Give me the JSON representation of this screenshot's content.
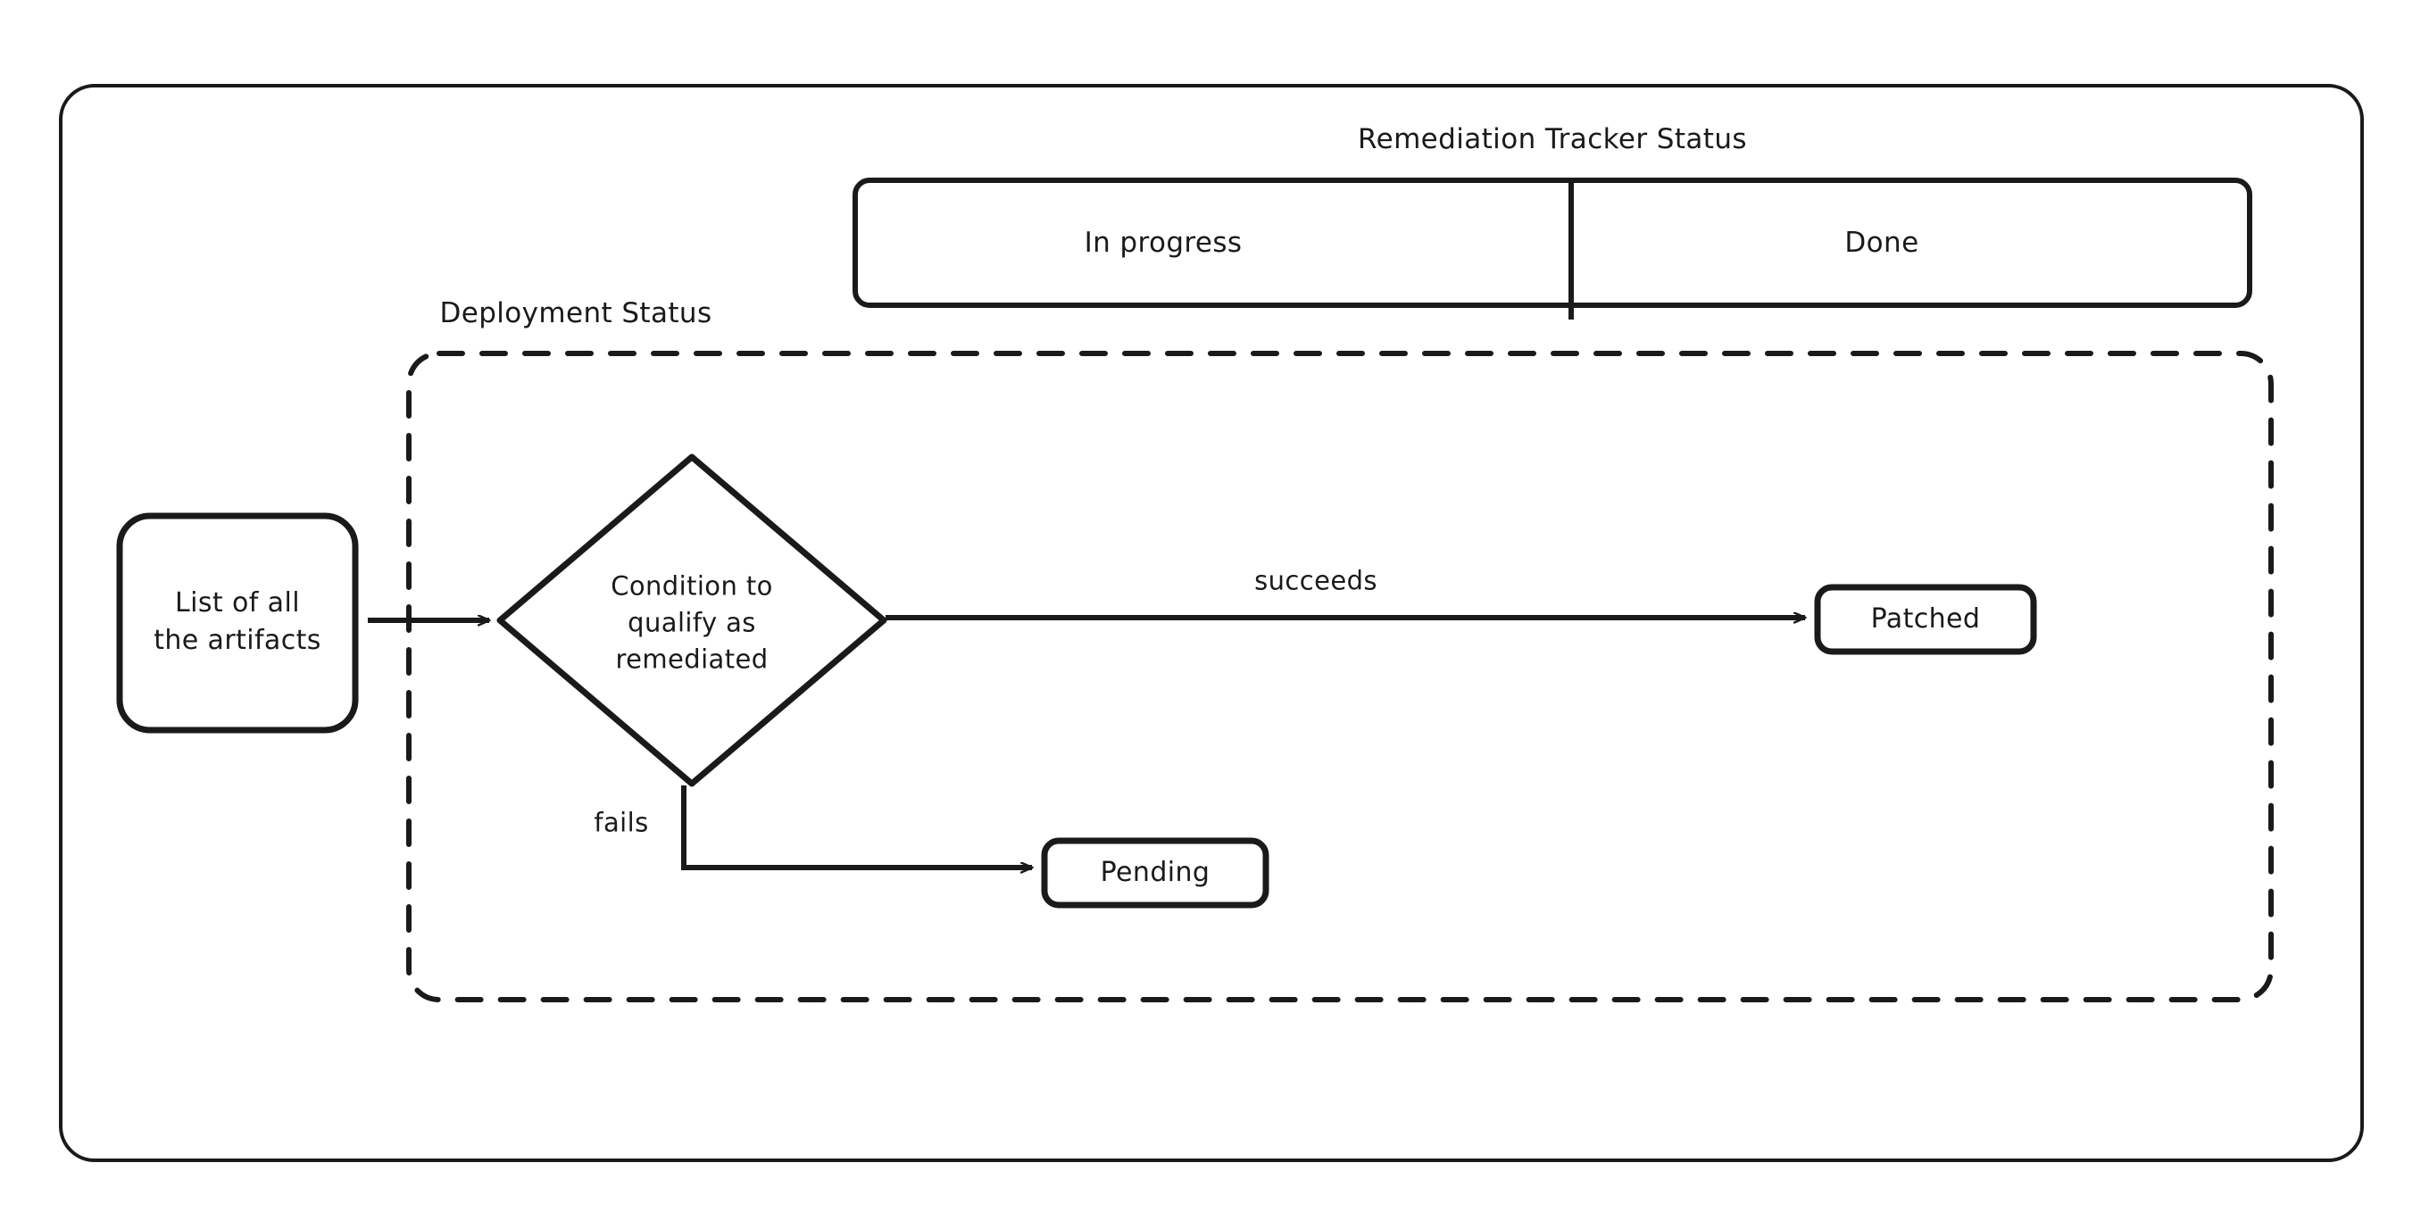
{
  "diagram": {
    "title": "Remediation Tracker Status",
    "colors": {
      "stroke": "#1a1a1a",
      "background": "#ffffff",
      "node_fill": "#ffffff"
    },
    "swimlanes": {
      "header_label": "Remediation Tracker Status",
      "lanes": [
        {
          "label": "In progress"
        },
        {
          "label": "Done"
        }
      ]
    },
    "group": {
      "label": "Deployment Status",
      "border_style": "dashed"
    },
    "nodes": [
      {
        "id": "artifacts",
        "label": "List of all\nthe artifacts",
        "shape": "rounded-rect"
      },
      {
        "id": "condition",
        "label": "Condition to\nqualify as\nremediated",
        "shape": "diamond"
      },
      {
        "id": "patched",
        "label": "Patched",
        "shape": "rounded-rect"
      },
      {
        "id": "pending",
        "label": "Pending",
        "shape": "rounded-rect"
      }
    ],
    "edges": [
      {
        "from": "artifacts",
        "to": "condition",
        "label": ""
      },
      {
        "from": "condition",
        "to": "patched",
        "label": "succeeds"
      },
      {
        "from": "condition",
        "to": "pending",
        "label": "fails"
      }
    ],
    "node_labels": {
      "artifacts_line1": "List of all",
      "artifacts_line2": "the artifacts",
      "condition_line1": "Condition to",
      "condition_line2": "qualify as",
      "condition_line3": "remediated",
      "patched": "Patched",
      "pending": "Pending"
    },
    "edge_labels": {
      "succeeds": "succeeds",
      "fails": "fails"
    },
    "lane_labels": {
      "in_progress": "In progress",
      "done": "Done"
    },
    "group_label": "Deployment Status"
  }
}
